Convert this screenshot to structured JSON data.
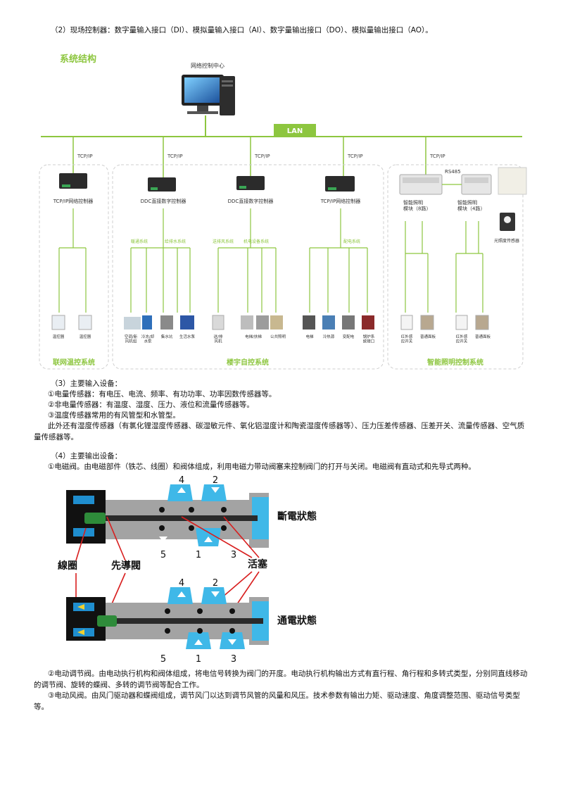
{
  "doc": {
    "line_controllers": "（2）现场控制器：数字量输入接口（DI）、模拟量输入接口（AI）、数字量输出接口（DO）、模拟量输出接口（AO）。",
    "input_heading": "（3）主要输入设备：",
    "input_1": "①电量传感器：有电压、电流、频率、有功功率、功率因数传感器等。",
    "input_2": "②非电量传感器：有温度、湿度、压力、液位和流量传感器等。",
    "input_3": "③温度传感器常用的有风管型和水管型。",
    "input_extra": "此外还有湿度传感器（有氯化锂湿度传感器、碳湿敏元件、氧化铝湿度计和陶瓷湿度传感器等）、压力压差传感器、压差开关、流量传感器、空气质量传感器等。",
    "output_heading": "（4）主要输出设备：",
    "output_1": "①电磁阀。由电磁部件（铁芯、线圈）和阀体组成，利用电磁力带动阀塞来控制阀门的打开与关闭。电磁阀有直动式和先导式两种。",
    "output_2": "②电动调节阀。由电动执行机构和阀体组成，将电信号转换为阀门的开度。电动执行机构输出方式有直行程、角行程和多转式类型，分别同直线移动的调节阀、旋转的蝶阀、多转的调节阀等配合工作。",
    "output_3": "③电动风阀。由风门驱动器和蝶阀组成，调节风门以达到调节风管的风量和风压。技术参数有输出力矩、驱动速度、角度调整范围、驱动信号类型等。"
  },
  "system_diagram": {
    "title": "系统结构",
    "center": "网络控制中心",
    "lan": "LAN",
    "protocol": "TCP/IP",
    "rs485": "RS485",
    "controllers": [
      "TCP/IP网络控制器",
      "DDC直接数字控制器",
      "DDC直接数字控制器",
      "TCP/IP网络控制器"
    ],
    "lighting_modules": [
      "智能照明\n模块（8路）",
      "智能照明\n模块（4路）"
    ],
    "light_sensor": "光照度传感器",
    "subsystems": [
      "暖通系统",
      "给排水系统",
      "送排风系统",
      "机电设备系统",
      "配电系统"
    ],
    "devices": {
      "temp": "温控器",
      "ahu": "空调/新\n风机组",
      "pump": "冷冻/却\n水泵",
      "pit": "集水坑",
      "water": "生活水泵",
      "fan": "送/排\n风机",
      "elevator": "电梯/扶梯",
      "public_light": "公共照明",
      "lift": "电梯",
      "chiller": "冷热源",
      "transformer": "变配电",
      "boiler": "锅炉系\n统接口",
      "ir_switch": "红外感\n应开关",
      "panel": "普通面板"
    },
    "groups": [
      "联网温控系统",
      "楼宇自控系统",
      "智能照明控制系统"
    ]
  },
  "valve_diagram": {
    "ports_top": [
      "4",
      "2"
    ],
    "ports_bottom": [
      "5",
      "1",
      "3"
    ],
    "state_off": "斷電狀態",
    "state_on": "通電狀態",
    "coil": "線圈",
    "pilot": "先導閥",
    "piston": "活塞"
  },
  "colors": {
    "green": "#8dc63f",
    "blue": "#3fb8e8",
    "valve_gray": "#a3a3a3",
    "pipe": "#2a2a2a"
  }
}
